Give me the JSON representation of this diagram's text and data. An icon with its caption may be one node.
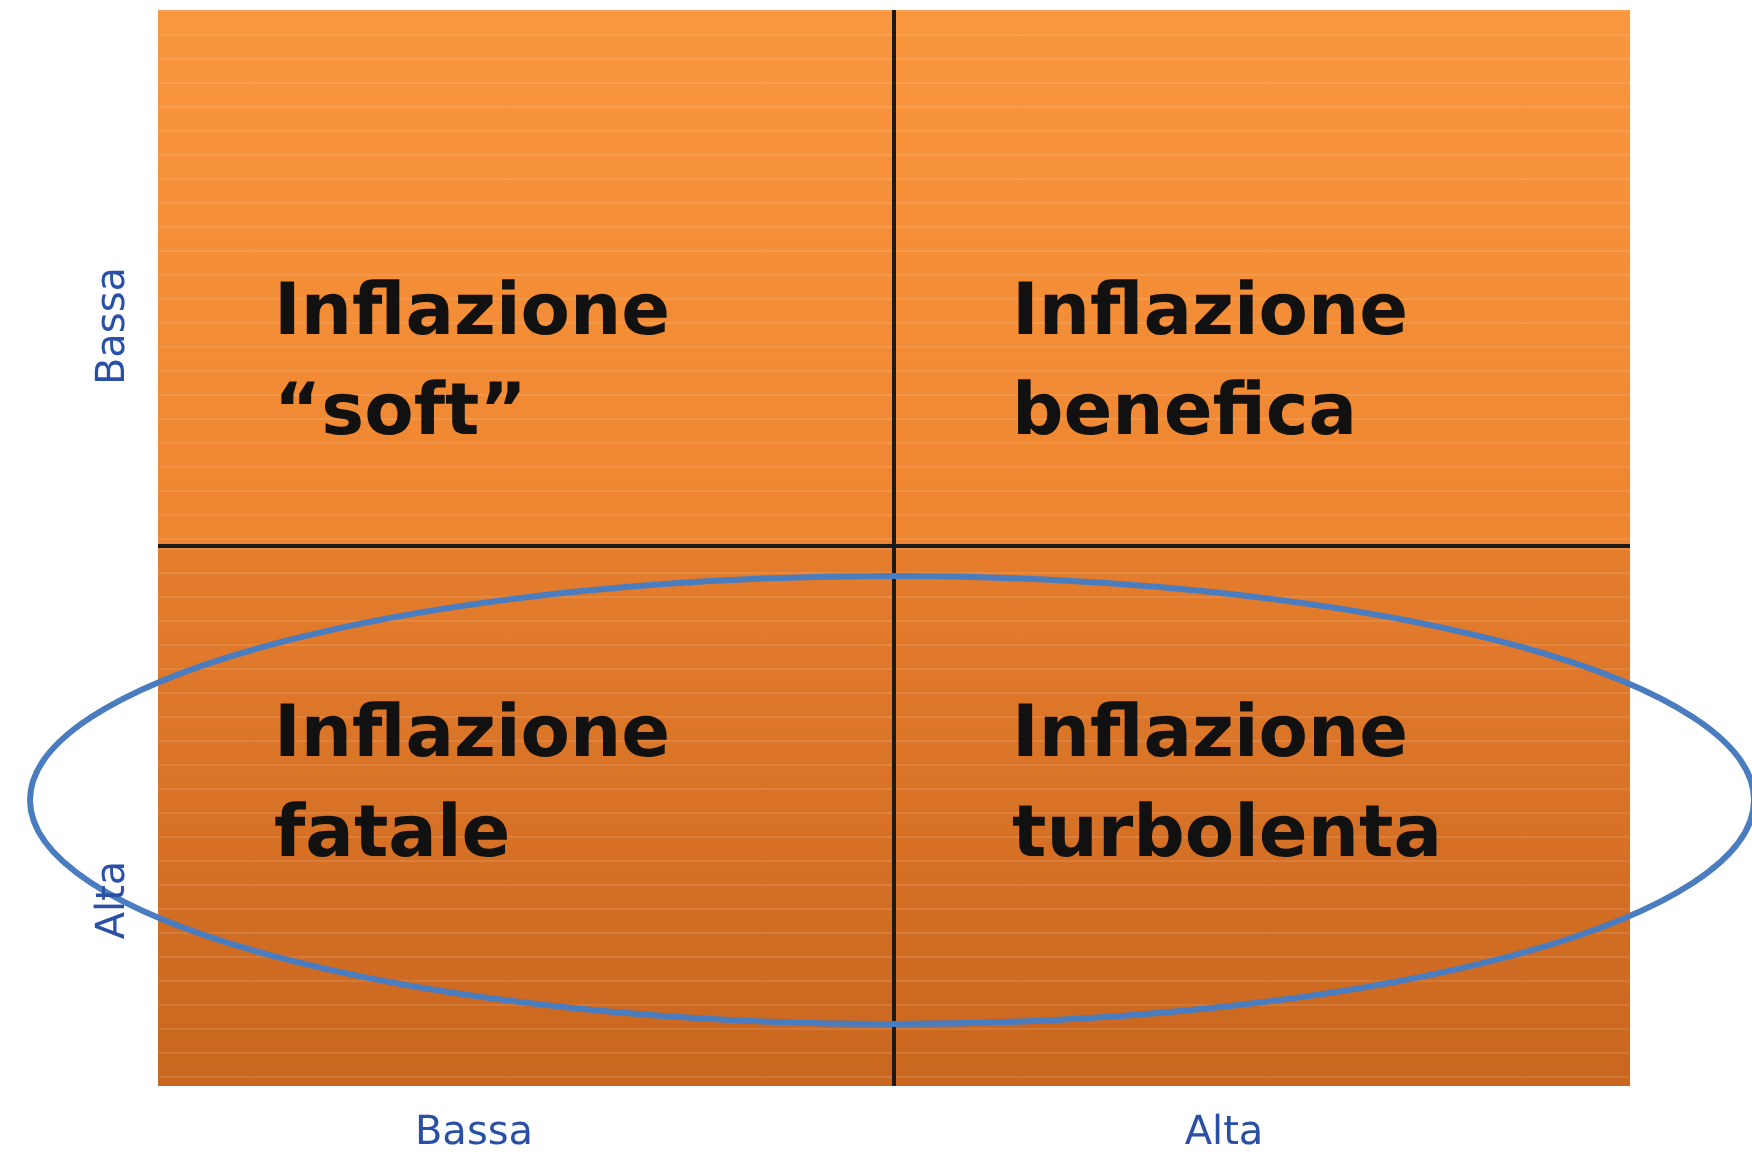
{
  "diagram": {
    "nodes": [
      {
        "text": [
          "Inflazione “soft”"
        ]
      },
      {
        "text": [
          "Inflazione benefica"
        ]
      },
      {
        "text": [
          "Inflazione fatale"
        ]
      },
      {
        "text": [
          "Inflazione turbolenta"
        ]
      }
    ],
    "labels": [
      "Bassa",
      "Alta",
      "Bassa",
      "Alta"
    ]
  }
}
